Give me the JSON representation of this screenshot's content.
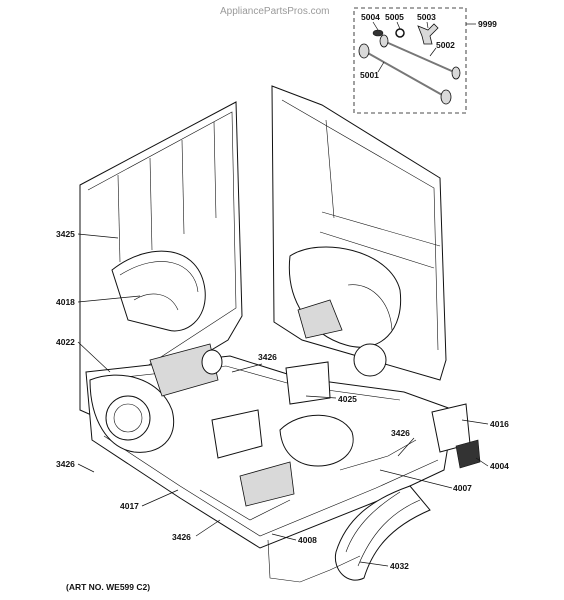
{
  "watermark": "AppliancePartsPros.com",
  "art_number": "(ART NO. WE599 C2)",
  "callouts": {
    "kit": "9999",
    "c5004": "5004",
    "c5005": "5005",
    "c5003": "5003",
    "c5002": "5002",
    "c5001": "5001",
    "c3425": "3425",
    "c4018": "4018",
    "c4022": "4022",
    "c3426_top": "3426",
    "c4025": "4025",
    "c4016": "4016",
    "c3426_right": "3426",
    "c4004": "4004",
    "c4007": "4007",
    "c3426_left": "3426",
    "c4017": "4017",
    "c3426_bottom": "3426",
    "c4008": "4008",
    "c4032": "4032"
  }
}
